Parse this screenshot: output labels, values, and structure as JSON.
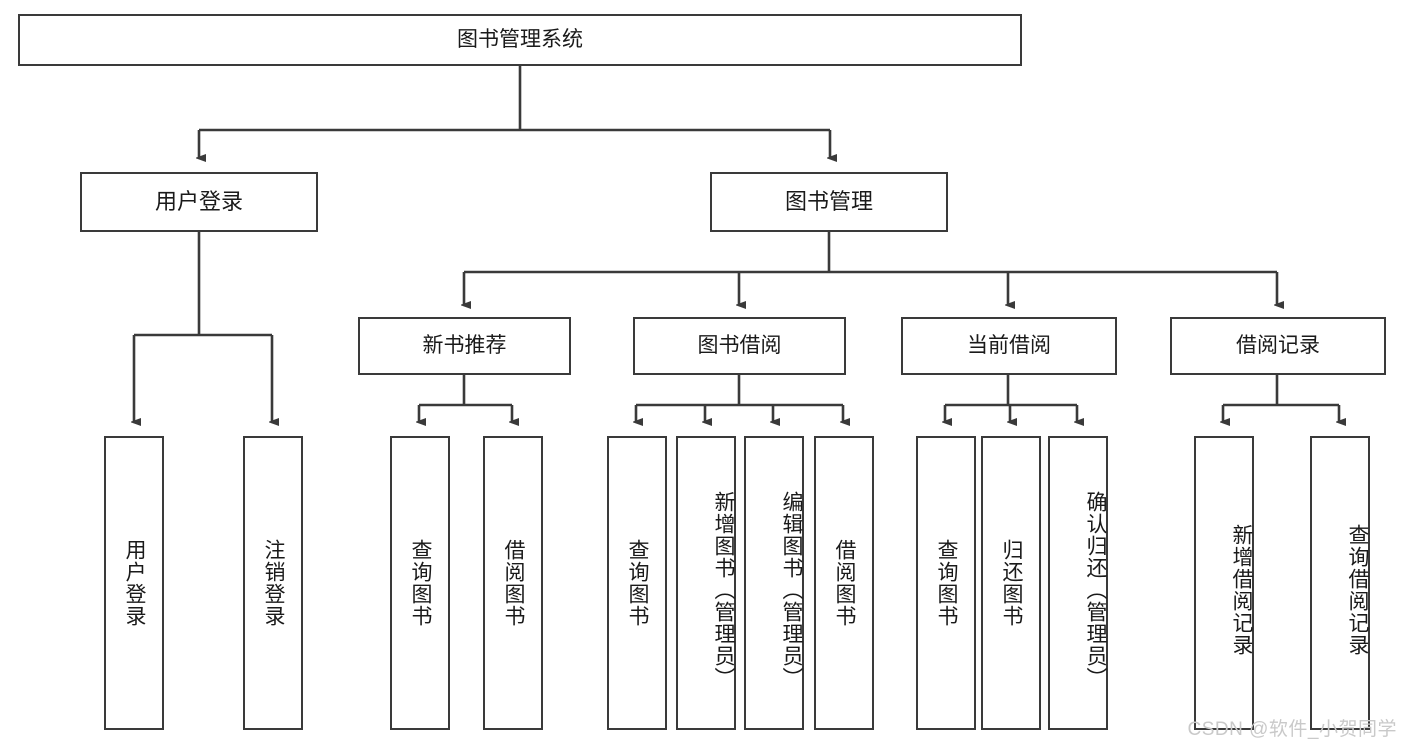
{
  "diagram": {
    "title": "图书管理系统",
    "type": "tree-hierarchy",
    "root": {
      "label": "图书管理系统"
    },
    "level1": [
      {
        "label": "用户登录"
      },
      {
        "label": "图书管理"
      }
    ],
    "level2": [
      {
        "label": "新书推荐"
      },
      {
        "label": "图书借阅"
      },
      {
        "label": "当前借阅"
      },
      {
        "label": "借阅记录"
      }
    ],
    "leaves": {
      "user_login": [
        {
          "label": "用户登录"
        },
        {
          "label": "注销登录"
        }
      ],
      "new_book_recommend": [
        {
          "label": "查询图书"
        },
        {
          "label": "借阅图书"
        }
      ],
      "book_borrow": [
        {
          "label": "查询图书"
        },
        {
          "label": "新增图书（管理员）"
        },
        {
          "label": "编辑图书（管理员）"
        },
        {
          "label": "借阅图书"
        }
      ],
      "current_borrow": [
        {
          "label": "查询图书"
        },
        {
          "label": "归还图书"
        },
        {
          "label": "确认归还（管理员）"
        }
      ],
      "borrow_record": [
        {
          "label": "新增借阅记录"
        },
        {
          "label": "查询借阅记录"
        }
      ]
    }
  },
  "watermark": {
    "text": "CSDN @软件_小贺同学"
  },
  "colors": {
    "border": "#3a3a3a",
    "background": "#ffffff",
    "text": "#1a1a1a",
    "watermark": "#c9c9c9"
  }
}
